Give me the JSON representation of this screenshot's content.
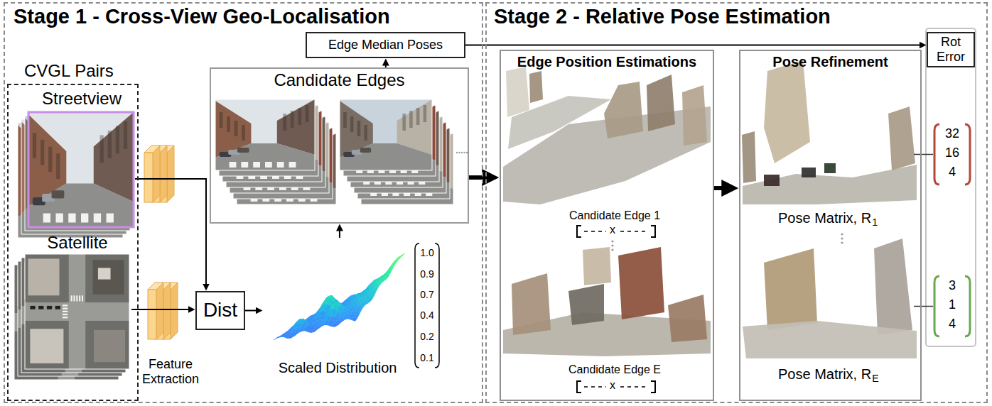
{
  "diagram": {
    "nodes": [
      {
        "text": [
          "Stage 1 - Cross-View Geo-Localisation"
        ]
      },
      {
        "text": [
          "CVGL Pairs"
        ],
        "in": 0
      },
      {
        "text": [
          "Streetview"
        ],
        "in": 1
      },
      {
        "text": [
          "Satellite"
        ],
        "in": 1
      },
      {
        "text": [
          "Dist"
        ],
        "in": 0
      },
      {
        "text": [
          "Scaled Distribution"
        ],
        "in": 0
      },
      {
        "text": [
          "Candidate Edges"
        ],
        "in": 0
      },
      {
        "text": [
          "Edge Median Poses"
        ],
        "in": 0
      },
      {
        "text": [
          "Stage 2 - Relative Pose Estimation"
        ]
      },
      {
        "text": [
          "Edge Position Estimations"
        ],
        "in": 8
      },
      {
        "text": [
          "Pose Refinement"
        ],
        "in": 8
      },
      {
        "text": [
          "Rot Error"
        ],
        "in": 8
      }
    ],
    "edges": [
      {
        "from": 2,
        "to": 4,
        "arrow": "to"
      },
      {
        "from": 3,
        "to": 4,
        "arrow": "to"
      },
      {
        "from": 4,
        "to": 5,
        "arrow": "to"
      },
      {
        "from": 5,
        "to": 6,
        "arrow": "to"
      },
      {
        "from": 6,
        "to": 7,
        "arrow": "to"
      },
      {
        "from": 7,
        "to": 11,
        "arrow": "to"
      },
      {
        "from": 6,
        "to": 9,
        "arrow": "to"
      },
      {
        "from": 9,
        "to": 10,
        "arrow": "to"
      }
    ],
    "labels": [
      "Feature Extraction",
      "1.0",
      "0.9",
      "0.7",
      "0.4",
      "0.2",
      "0.1",
      "Candidate Edge 1",
      "x",
      "Candidate Edge E",
      "x",
      "Pose Matrix, R",
      "1",
      "Pose Matrix, R",
      "E",
      "32",
      "16",
      "4",
      "3",
      "1",
      "4"
    ]
  }
}
